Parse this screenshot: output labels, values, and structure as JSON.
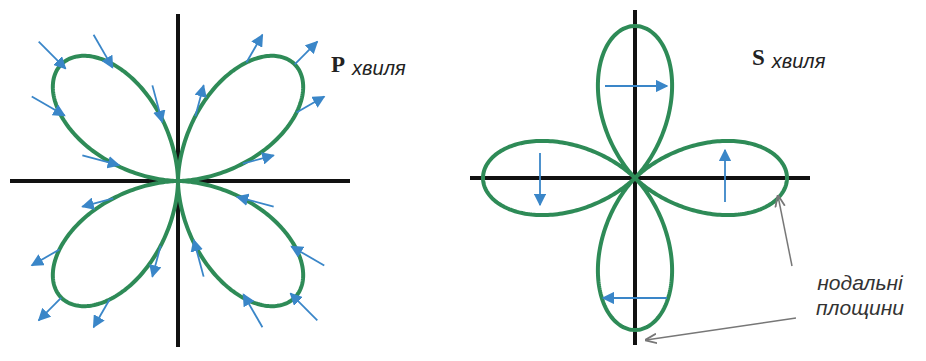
{
  "diagram": {
    "labels": [
      "P",
      "хвиля",
      "S",
      "хвиля",
      "нодальні площини"
    ]
  }
}
